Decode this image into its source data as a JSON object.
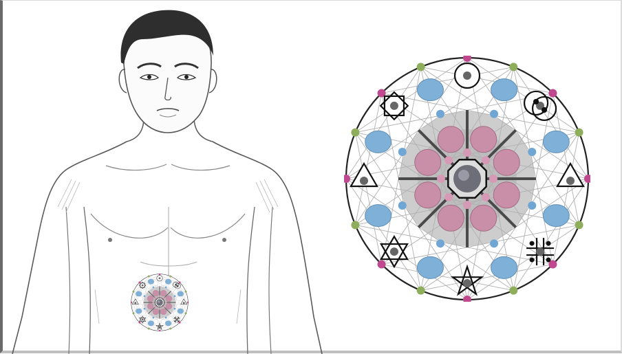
{
  "scene": {
    "subject": "male-torso-sketch",
    "grid": {
      "outer_stones": 16,
      "inner_stones": 8,
      "symbols": [
        "circle",
        "two-circles",
        "triangle",
        "hash-dots",
        "pentagram",
        "hexagram",
        "triangle",
        "octagram"
      ]
    }
  },
  "colors": {
    "skin_stroke": "#555555",
    "hair": "#2e2e2e",
    "outer_circle": "#222222",
    "grid_lines": "#b8b8b8",
    "inner_disc": "#c8c8c8",
    "blue_stone": "#7fb0d8",
    "pink_stone": "#c98ea8",
    "magenta_dot": "#c0488f",
    "green_dot": "#8fae5c",
    "center_stone": "#6e6e78"
  }
}
